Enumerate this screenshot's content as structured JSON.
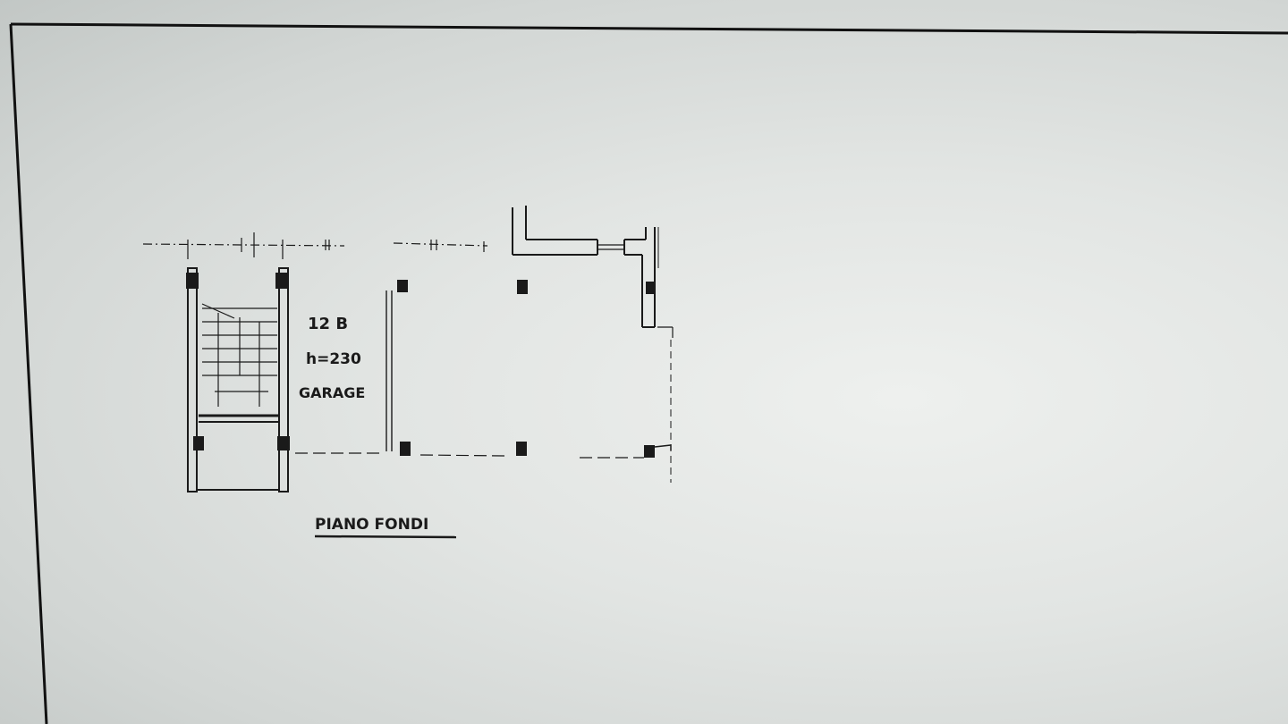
{
  "drawing": {
    "unit_id": "12 B",
    "height_note": "h=230",
    "room_name": "GARAGE",
    "floor_caption": "PIANO FONDI"
  },
  "colors": {
    "ink": "#1a1a1a",
    "paper": "#e4e7e5",
    "frame": "#111111"
  }
}
